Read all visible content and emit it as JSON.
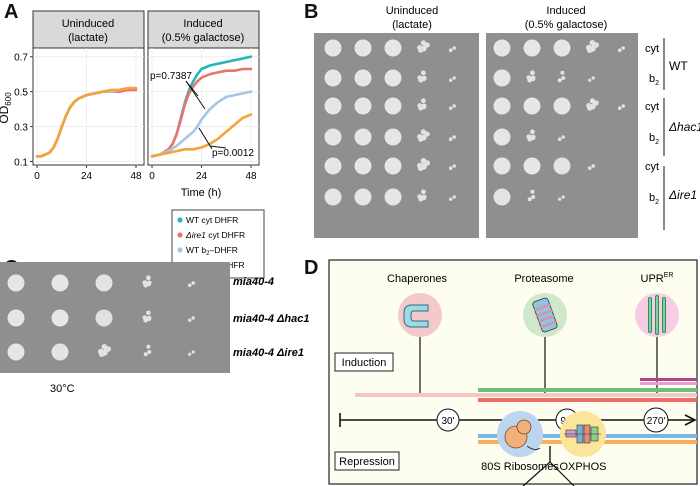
{
  "panels": {
    "a": "A",
    "b": "B",
    "c": "C",
    "d": "D"
  },
  "panel_a": {
    "facet_left_line1": "Uninduced",
    "facet_left_line2": "(lactate)",
    "facet_right_line1": "Induced",
    "facet_right_line2": "(0.5% galactose)",
    "y_label": "OD",
    "y_label_sub": "600",
    "x_label": "Time (h)",
    "p_value_top": "p=0.7387",
    "p_value_bottom": "p=0.0012",
    "legend": [
      {
        "prefix": "WT",
        "italic": "",
        "rest": " cyt DHFR",
        "color": "#2cb5b8"
      },
      {
        "prefix": "",
        "italic": "Δire1",
        "rest": " cyt DHFR",
        "color": "#e8756e"
      },
      {
        "prefix": "WT b",
        "italic": "",
        "rest": "–DHFR",
        "color": "#a7c6e6",
        "sub": "2"
      },
      {
        "prefix": "",
        "italic": "Δire1",
        "rest": " b–DHFR",
        "color": "#f4a43a",
        "sub": "2"
      }
    ]
  },
  "chart_data": {
    "type": "line",
    "xlabel": "Time (h)",
    "ylabel": "OD600",
    "xlim": [
      0,
      48
    ],
    "ylim": [
      0.08,
      0.75
    ],
    "xticks": [
      0,
      24,
      48
    ],
    "yticks": [
      0.1,
      0.3,
      0.5,
      0.7
    ],
    "panels": [
      {
        "title": "Uninduced (lactate)",
        "series": [
          {
            "name": "WT cyt DHFR",
            "color": "#2cb5b8",
            "x": [
              0,
              2,
              4,
              6,
              8,
              10,
              12,
              14,
              16,
              18,
              20,
              24,
              28,
              32,
              36,
              40,
              44,
              48
            ],
            "y": [
              0.13,
              0.13,
              0.14,
              0.15,
              0.18,
              0.23,
              0.3,
              0.36,
              0.41,
              0.44,
              0.46,
              0.48,
              0.49,
              0.5,
              0.5,
              0.51,
              0.51,
              0.52
            ]
          },
          {
            "name": "Δire1 cyt DHFR",
            "color": "#e8756e",
            "x": [
              0,
              2,
              4,
              6,
              8,
              10,
              12,
              14,
              16,
              18,
              20,
              24,
              28,
              32,
              36,
              40,
              44,
              48
            ],
            "y": [
              0.13,
              0.13,
              0.14,
              0.15,
              0.18,
              0.23,
              0.3,
              0.36,
              0.41,
              0.44,
              0.46,
              0.48,
              0.49,
              0.5,
              0.5,
              0.5,
              0.51,
              0.51
            ]
          },
          {
            "name": "WT b2–DHFR",
            "color": "#a7c6e6",
            "x": [
              0,
              2,
              4,
              6,
              8,
              10,
              12,
              14,
              16,
              18,
              20,
              24,
              28,
              32,
              36,
              40,
              44,
              48
            ],
            "y": [
              0.13,
              0.13,
              0.14,
              0.15,
              0.18,
              0.23,
              0.3,
              0.36,
              0.41,
              0.44,
              0.46,
              0.48,
              0.49,
              0.5,
              0.5,
              0.51,
              0.52,
              0.52
            ]
          },
          {
            "name": "Δire1 b2–DHFR",
            "color": "#f4a43a",
            "x": [
              0,
              2,
              4,
              6,
              8,
              10,
              12,
              14,
              16,
              18,
              20,
              24,
              28,
              32,
              36,
              40,
              44,
              48
            ],
            "y": [
              0.13,
              0.13,
              0.14,
              0.15,
              0.18,
              0.23,
              0.3,
              0.36,
              0.41,
              0.44,
              0.46,
              0.48,
              0.49,
              0.5,
              0.51,
              0.51,
              0.52,
              0.52
            ]
          }
        ]
      },
      {
        "title": "Induced (0.5% galactose)",
        "series": [
          {
            "name": "WT cyt DHFR",
            "color": "#2cb5b8",
            "x": [
              0,
              4,
              8,
              10,
              12,
              14,
              16,
              18,
              20,
              22,
              24,
              28,
              32,
              36,
              40,
              44,
              48
            ],
            "y": [
              0.13,
              0.14,
              0.17,
              0.2,
              0.26,
              0.35,
              0.44,
              0.51,
              0.56,
              0.6,
              0.63,
              0.65,
              0.66,
              0.67,
              0.68,
              0.69,
              0.7
            ]
          },
          {
            "name": "Δire1 cyt DHFR",
            "color": "#e8756e",
            "x": [
              0,
              4,
              8,
              10,
              12,
              14,
              16,
              18,
              20,
              22,
              24,
              28,
              32,
              36,
              40,
              44,
              48
            ],
            "y": [
              0.13,
              0.14,
              0.17,
              0.2,
              0.26,
              0.34,
              0.43,
              0.49,
              0.53,
              0.56,
              0.58,
              0.6,
              0.61,
              0.62,
              0.62,
              0.63,
              0.63
            ]
          },
          {
            "name": "WT b2–DHFR",
            "color": "#a7c6e6",
            "x": [
              0,
              4,
              8,
              12,
              14,
              16,
              18,
              20,
              22,
              24,
              28,
              32,
              36,
              40,
              44,
              48
            ],
            "y": [
              0.13,
              0.14,
              0.16,
              0.19,
              0.21,
              0.23,
              0.25,
              0.27,
              0.3,
              0.34,
              0.4,
              0.44,
              0.47,
              0.48,
              0.49,
              0.5
            ]
          },
          {
            "name": "Δire1 b2–DHFR",
            "color": "#f4a43a",
            "x": [
              0,
              4,
              8,
              12,
              16,
              20,
              24,
              28,
              32,
              36,
              40,
              44,
              48
            ],
            "y": [
              0.13,
              0.14,
              0.15,
              0.16,
              0.17,
              0.17,
              0.18,
              0.2,
              0.23,
              0.27,
              0.31,
              0.35,
              0.37
            ]
          }
        ]
      }
    ]
  },
  "panel_b": {
    "col_left_line1": "Uninduced",
    "col_left_line2": "(lactate)",
    "col_right_line1": "Induced",
    "col_right_line2": "(0.5% galactose)",
    "rows": [
      {
        "label": "cyt",
        "group": "WT",
        "group_italic": false
      },
      {
        "label": "b",
        "sub": "2"
      },
      {
        "label": "cyt",
        "group": "Δhac1",
        "group_italic": true
      },
      {
        "label": "b",
        "sub": "2"
      },
      {
        "label": "cyt",
        "group": "Δire1",
        "group_italic": true
      },
      {
        "label": "b",
        "sub": "2"
      }
    ]
  },
  "panel_c": {
    "rows": [
      "mia40-4",
      "mia40-4 Δhac1",
      "mia40-4 Δire1"
    ],
    "temperature": "30°C"
  },
  "panel_d": {
    "chaperones": "Chaperones",
    "proteasome": "Proteasome",
    "upr": "UPR",
    "upr_sup": "ER",
    "induction": "Induction",
    "repression": "Repression",
    "t1": "30'",
    "t2": "90'",
    "t3": "270'",
    "ribosomes": "80S Ribosomes",
    "oxphos": "OXPHOS"
  }
}
